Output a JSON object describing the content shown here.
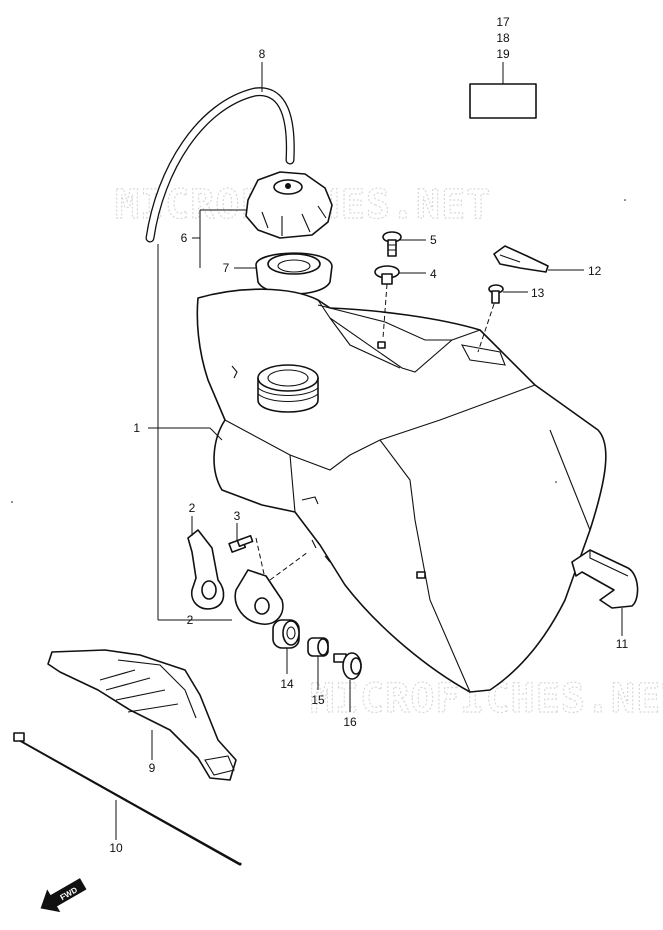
{
  "watermark": "MICROFICHES.NET",
  "callouts": {
    "p1": "1",
    "p2a": "2",
    "p2b": "2",
    "p3": "3",
    "p4": "4",
    "p5": "5",
    "p6": "6",
    "p7": "7",
    "p8": "8",
    "p9": "9",
    "p10": "10",
    "p11": "11",
    "p12": "12",
    "p13": "13",
    "p14": "14",
    "p15": "15",
    "p16": "16",
    "p17": "17",
    "p18": "18",
    "p19": "19"
  },
  "fwd_label": "FWD"
}
